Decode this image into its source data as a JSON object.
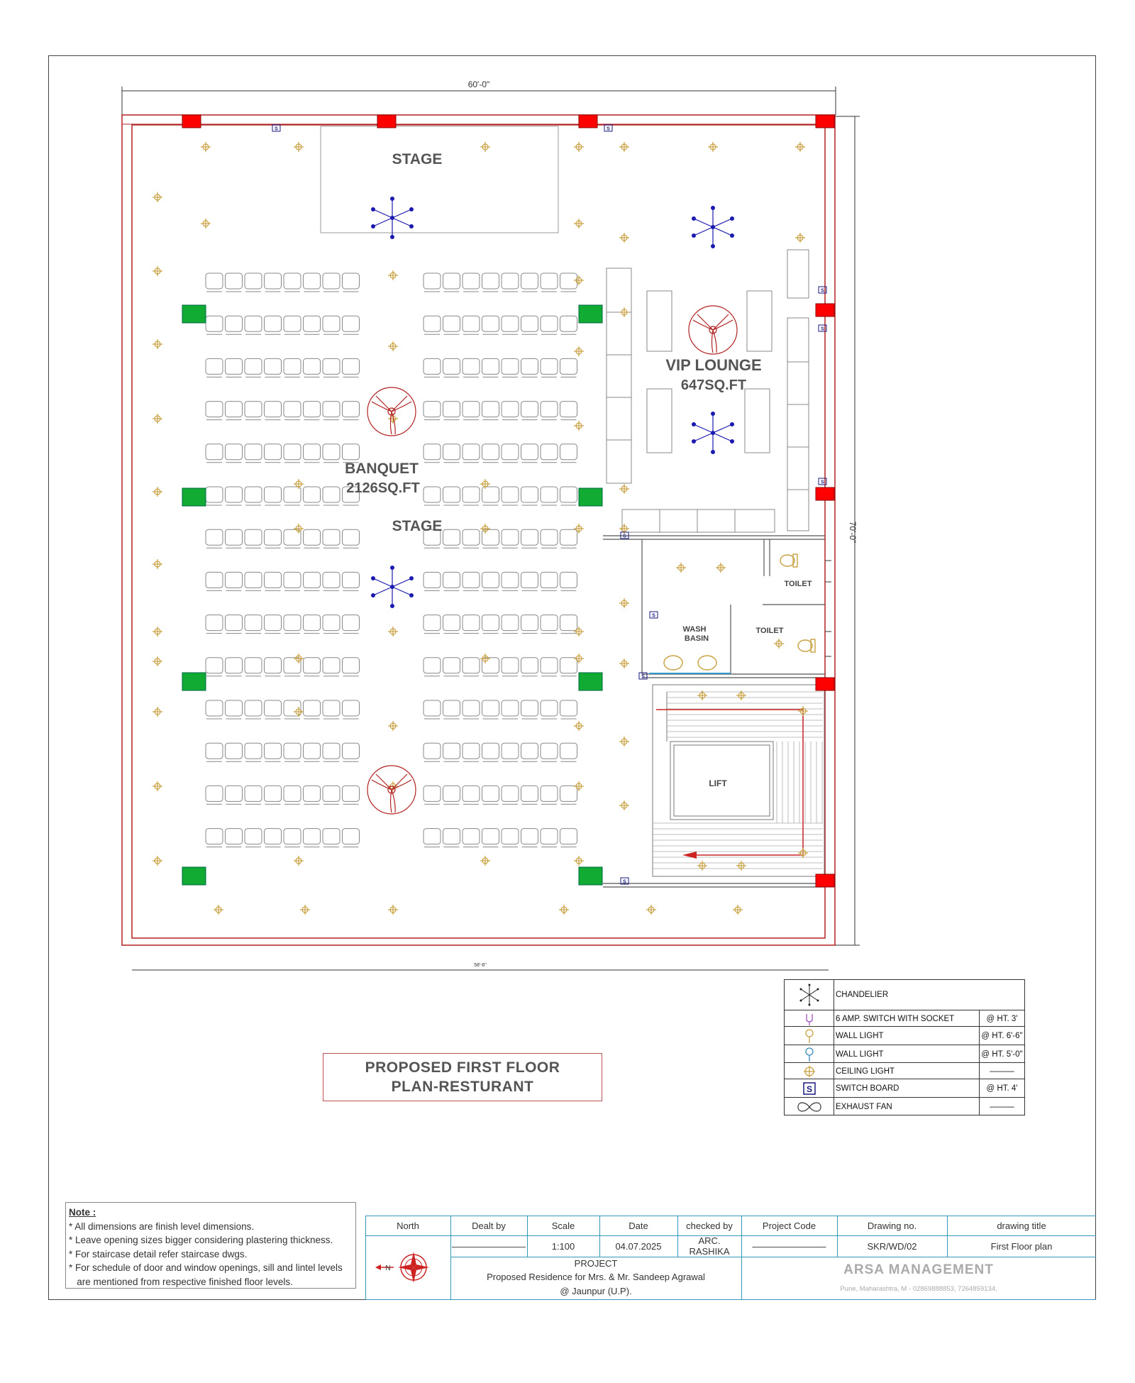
{
  "drawing": {
    "dim_top": "60'-0\"",
    "dim_right": "70'-0\"",
    "dim_bottom": "58'-6\"",
    "rooms": {
      "stage_top": "STAGE",
      "vip_name": "VIP LOUNGE",
      "vip_area": "647SQ.FT",
      "banquet_name": "BANQUET",
      "banquet_area": "2126SQ.FT",
      "stage_mid": "STAGE",
      "toilet_1": "TOILET",
      "toilet_2": "TOILET",
      "wash_1": "WASH",
      "wash_2": "BASIN",
      "lift": "LIFT",
      "switch_tag": "S"
    },
    "colors": {
      "wall": "#b22222",
      "column": "#ff0000",
      "green_box": "#11aa33",
      "fixture": "#c8a040",
      "chandelier": "#1a1ab0",
      "furniture": "#888888"
    }
  },
  "title": {
    "line1": "PROPOSED FIRST FLOOR",
    "line2": "PLAN-RESTURANT"
  },
  "legend": [
    {
      "icon": "chandelier-icon",
      "label": "CHANDELIER",
      "height": ""
    },
    {
      "icon": "switch-socket-icon",
      "label": "6 AMP. SWITCH WITH SOCKET",
      "height": "@ HT. 3'"
    },
    {
      "icon": "wall-light-icon",
      "label": "WALL LIGHT",
      "height": "@ HT. 6'-6\""
    },
    {
      "icon": "wall-light-blue-icon",
      "label": "WALL LIGHT",
      "height": "@ HT. 5'-0\""
    },
    {
      "icon": "ceiling-light-icon",
      "label": "CEILING LIGHT",
      "height": "———"
    },
    {
      "icon": "switch-board-icon",
      "label": "SWITCH BOARD",
      "height": "@ HT. 4'"
    },
    {
      "icon": "exhaust-fan-icon",
      "label": "EXHAUST FAN",
      "height": "———"
    }
  ],
  "notes": {
    "heading": "Note :",
    "items": [
      "* All dimensions are finish level dimensions.",
      "* Leave opening sizes bigger considering plastering thickness.",
      "* For staircase detail refer staircase dwgs.",
      "* For schedule of door and window openings, sill and lintel levels",
      "   are mentioned from respective finished floor levels."
    ]
  },
  "title_block": {
    "north": "North",
    "dealt_by": "Dealt by",
    "dealt_by_value": "————————",
    "scale": "Scale",
    "scale_value": "1:100",
    "date": "Date",
    "date_value": "04.07.2025",
    "checked_by": "checked by",
    "checked_by_value": "ARC. RASHIKA",
    "project_code": "Project Code",
    "project_code_value": "————————",
    "drawing_no": "Drawing no.",
    "drawing_no_value": "SKR/WD/02",
    "drawing_title": "drawing title",
    "drawing_title_value": "First Floor plan",
    "project_label": "PROJECT",
    "project_line1": "Proposed Residence for Mrs. & Mr. Sandeep Agrawal",
    "project_line2": "@ Jaunpur (U.P).",
    "company": "ARSA MANAGEMENT",
    "company_address": "Pune, Maharashtra, M - 02869888853, 7264859134,"
  }
}
